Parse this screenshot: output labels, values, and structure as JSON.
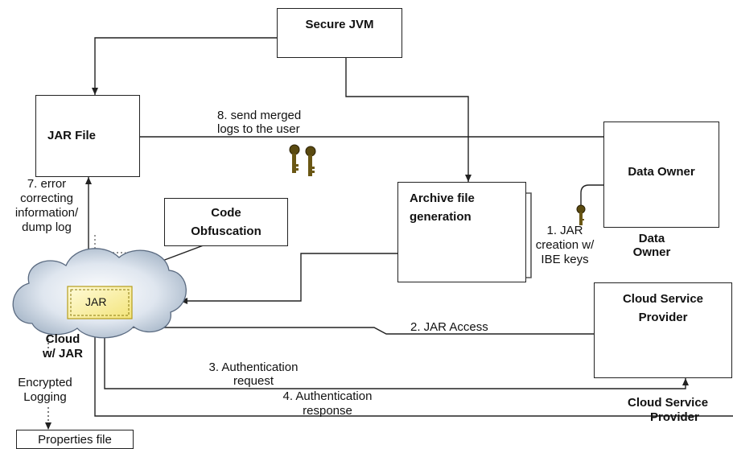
{
  "nodes": {
    "secure_jvm": "Secure JVM",
    "jar_file": "JAR File",
    "data_owner_box": "Data Owner",
    "archive_line1": "Archive file",
    "archive_line2": "generation",
    "code_line1": "Code",
    "code_line2": "Obfuscation",
    "csp_line1": "Cloud Service",
    "csp_line2": "Provider",
    "properties_file": "Properties file",
    "jar_inner": "JAR"
  },
  "labels": {
    "send_line1": "8. send merged",
    "send_line2": "logs to the user",
    "error_line1": "7. error",
    "error_line2": "correcting",
    "error_line3": "information/",
    "error_line4": "dump log",
    "jar_creation_line1": "1. JAR",
    "jar_creation_line2": "creation w/",
    "jar_creation_line3": "IBE keys",
    "data_owner_line1": "Data",
    "data_owner_line2": "Owner",
    "cloud_line1": "Cloud",
    "cloud_line2": "w/ JAR",
    "jar_access": "2. JAR Access",
    "auth_req_line1": "3. Authentication",
    "auth_req_line2": "request",
    "auth_resp_line1": "4. Authentication",
    "auth_resp_line2": "response",
    "enc_line1": "Encrypted",
    "enc_line2": "Logging",
    "csp_out_line1": "Cloud Service",
    "csp_out_line2": "Provider"
  }
}
